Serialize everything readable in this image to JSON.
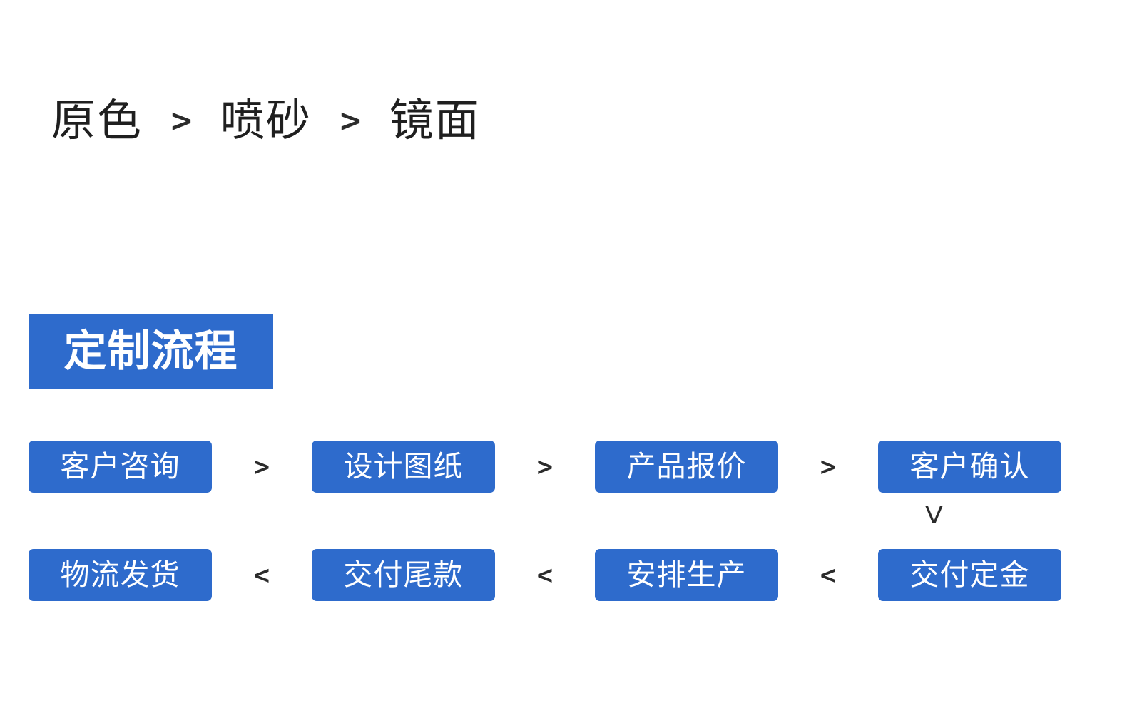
{
  "theme": {
    "background": "#ffffff",
    "accent_blue": "#2E6BCC",
    "text_dark": "#1f1f1f",
    "text_on_accent": "#ffffff"
  },
  "finish_sequence": {
    "steps": [
      {
        "label": "原色"
      },
      {
        "label": "喷砂"
      },
      {
        "label": "镜面"
      }
    ],
    "separator": ">"
  },
  "section": {
    "heading": "定制流程"
  },
  "process_flow": {
    "forward_separator": ">",
    "backward_separator": "<",
    "connector": "V",
    "rows": [
      {
        "direction": "forward",
        "steps": [
          {
            "label": "客户咨询"
          },
          {
            "label": "设计图纸"
          },
          {
            "label": "产品报价"
          },
          {
            "label": "客户确认"
          }
        ]
      },
      {
        "direction": "backward",
        "steps": [
          {
            "label": "物流发货"
          },
          {
            "label": "交付尾款"
          },
          {
            "label": "安排生产"
          },
          {
            "label": "交付定金"
          }
        ]
      }
    ]
  }
}
